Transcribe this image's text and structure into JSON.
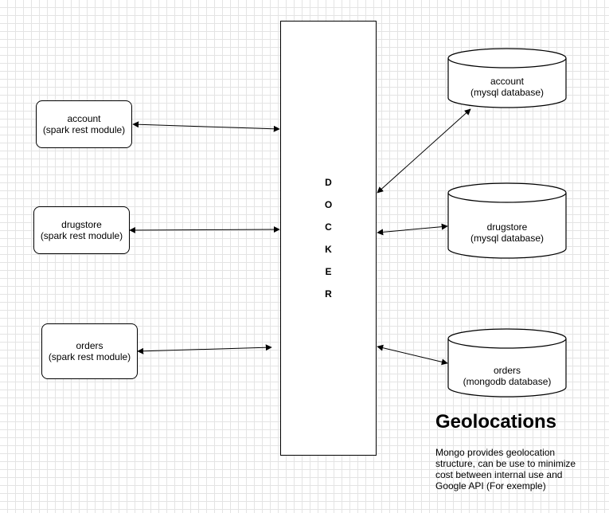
{
  "modules": {
    "account": {
      "title": "account",
      "subtitle": "(spark rest module)"
    },
    "drugstore": {
      "title": "drugstore",
      "subtitle": "(spark rest module)"
    },
    "orders": {
      "title": "orders",
      "subtitle": "(spark rest module)"
    }
  },
  "docker": {
    "letters": [
      "D",
      "O",
      "C",
      "K",
      "E",
      "R"
    ]
  },
  "databases": {
    "account": {
      "title": "account",
      "subtitle": "(mysql database)"
    },
    "drugstore": {
      "title": "drugstore",
      "subtitle": "(mysql database)"
    },
    "orders": {
      "title": "orders",
      "subtitle": "(mongodb database)"
    }
  },
  "note": {
    "title": "Geolocations",
    "body": "Mongo provides geolocation structure, can be use to minimize cost between internal use and Google API (For exemple)"
  }
}
